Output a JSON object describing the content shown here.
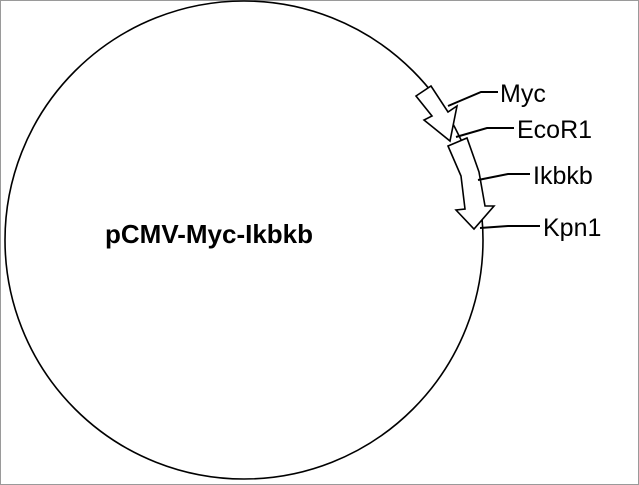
{
  "plasmid": {
    "name": "pCMV-Myc-Ikbkb"
  },
  "features": [
    {
      "label": "Myc"
    },
    {
      "label": "EcoR1"
    },
    {
      "label": "Ikbkb"
    },
    {
      "label": "Kpn1"
    }
  ],
  "colors": {
    "stroke": "#000000",
    "background": "#ffffff",
    "arrow_fill": "#ffffff"
  }
}
